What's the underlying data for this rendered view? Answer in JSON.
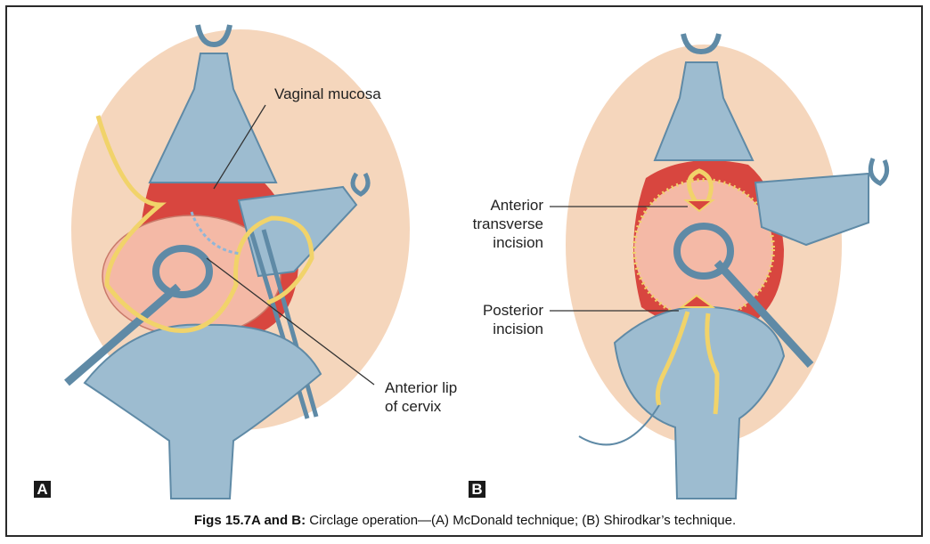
{
  "panel_a": {
    "letter": "A",
    "labels": {
      "vaginal_mucosa": "Vaginal mucosa",
      "anterior_lip_line1": "Anterior lip",
      "anterior_lip_line2": "of cervix"
    }
  },
  "panel_b": {
    "letter": "B",
    "labels": {
      "anterior_line1": "Anterior",
      "anterior_line2": "transverse",
      "anterior_line3": "incision",
      "posterior_line1": "Posterior",
      "posterior_line2": "incision"
    }
  },
  "caption": {
    "bold": "Figs 15.7A and B:",
    "text": " Circlage operation—(A) McDonald technique; (B) Shirodkar’s technique."
  },
  "colors": {
    "skin": "#f3cfb0",
    "mucosa": "#d8463f",
    "cervix": "#f4b9a6",
    "instrument": "#9dbcd0",
    "instrument_dark": "#5f8aa6",
    "suture": "#f1d36a"
  }
}
